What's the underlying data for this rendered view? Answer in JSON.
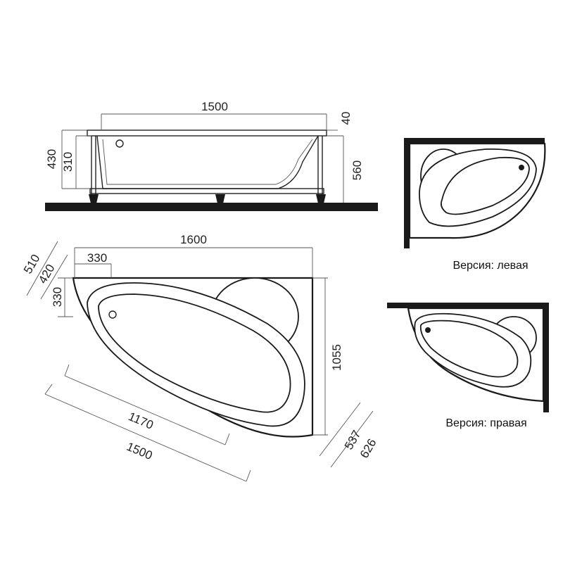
{
  "side_view": {
    "width": "1500",
    "rim": "40",
    "height_total": "430",
    "height_inner": "310",
    "height_legs": "560"
  },
  "top_view": {
    "length": "1600",
    "offset_330": "330",
    "dim_510": "510",
    "dim_420": "420",
    "dim_330_v": "330",
    "width": "1055",
    "diag_1170": "1170",
    "diag_1500": "1500",
    "dim_537": "537",
    "dim_626": "626"
  },
  "versions": {
    "left_label": "Версия: левая",
    "right_label": "Версия: правая"
  }
}
